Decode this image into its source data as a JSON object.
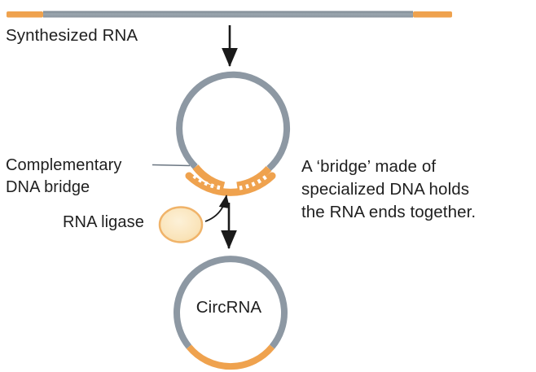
{
  "diagram": {
    "labels": {
      "synthesized_rna": "Synthesized RNA",
      "complementary_dna_bridge": [
        "Complementary",
        "DNA bridge"
      ],
      "rna_ligase": "RNA ligase",
      "circrna": "CircRNA",
      "bridge_annotation": [
        "A ‘bridge’ made of",
        "specialized DNA holds",
        "the RNA ends together."
      ]
    },
    "colors": {
      "rna_strand_gray": "#8d98a3",
      "rna_orange": "#efa24e",
      "ligase_fill": "#fae4ba",
      "ligase_outline": "#f0b369",
      "arrow_black": "#1a1a1a",
      "leader_gray": "#6b7682",
      "text": "#1f1f1f",
      "background": "#ffffff"
    }
  }
}
